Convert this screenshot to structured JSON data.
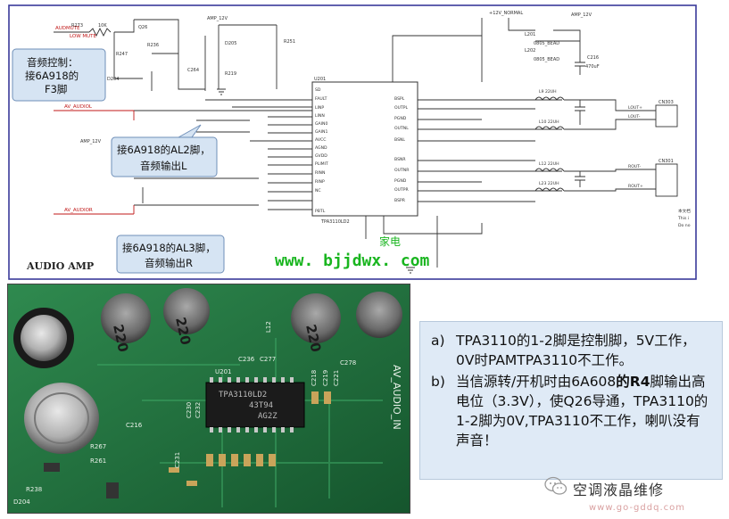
{
  "schematic": {
    "watermark": "www. bjjdwx. com",
    "watermark_small": "家电",
    "bottom_title": "AUDIO AMP",
    "callouts": [
      {
        "id": "c1",
        "text_lines": [
          "音频控制：",
          "接6A918的",
          "F3脚"
        ]
      },
      {
        "id": "c2",
        "text_lines": [
          "接6A918的AL2脚，",
          "音频输出L"
        ]
      },
      {
        "id": "c3",
        "text_lines": [
          "接6A918的AL3脚，",
          "音频输出R"
        ]
      }
    ],
    "labels": {
      "audmute": "AUDMUTE",
      "low_mute": "LOW MUTE",
      "r273": "R273",
      "10k": "10K",
      "q26": "Q26",
      "r247": "R247",
      "d204": "D204",
      "r236": "R236",
      "d205": "D205",
      "amp12": "AMP_12V",
      "r251": "R251",
      "r219": "R219",
      "c264": "C264",
      "u201": "U201",
      "av_audiol": "AV_AUDIOL",
      "av_audior": "AV_AUDIOR",
      "amp12_left": "AMP_12V",
      "chip": "TPA3110LD2",
      "cn303": "CN303",
      "cn301": "CN301",
      "normal12": "+12V_NORMAL",
      "amp12r": "AMP_12V",
      "l201": "L201",
      "l202": "L202",
      "bead1": "0805_BEAD",
      "bead2": "0805_BEAD",
      "c216": "C216",
      "c216v": "470uF",
      "pins_left": [
        "SD",
        "FAULT",
        "LINP",
        "LINN",
        "GAIN0",
        "GAIN1",
        "AVCC",
        "AGND",
        "GVDD",
        "PLIMIT",
        "RINN",
        "RINP",
        "NC",
        "PBTL"
      ],
      "pins_right": [
        "BSPL",
        "OUTPL",
        "PGND",
        "OUTNL",
        "BSNL",
        "BSNR",
        "OUTNR",
        "PGND",
        "OUTPR",
        "BSPR"
      ],
      "l_labels": [
        "L9 22UH",
        "L10 22UH",
        "L12 22UH",
        "L23 22UH"
      ],
      "out_labels": [
        "LOUT+",
        "LOUT-",
        "ROUT-",
        "ROUT+"
      ],
      "corner_text": [
        "本文档",
        "This i",
        "Do no"
      ]
    }
  },
  "photo": {
    "cap_labels": [
      "220",
      "220",
      "220"
    ],
    "ic_text": [
      "TPA3110LD2",
      "43T94",
      "AG2Z"
    ],
    "silk": [
      "U201",
      "C236",
      "C277",
      "C278",
      "C216",
      "C230",
      "C232",
      "C218",
      "C219",
      "C221",
      "C231",
      "L12",
      "R267",
      "R261",
      "R238",
      "D204",
      "AV_AUDIO_IN"
    ]
  },
  "note": {
    "items": [
      {
        "label": "a)",
        "text": "TPA3110的1-2脚是控制脚，5V工作，0V时PAMTPA3110不工作。"
      },
      {
        "label": "b)",
        "text_before": "当信源转/开机时由6A608",
        "bold": "的R4",
        "text_after": "脚输出高电位（3.3V），使Q26导通，TPA3110的1-2脚为0V,TPA3110不工作，喇叭没有声音！"
      }
    ]
  },
  "footer": {
    "brand": "空调液晶维修",
    "site": "www.go-gddq.com"
  },
  "colors": {
    "callout_bg": "#d6e4f3",
    "callout_border": "#6f8fb8",
    "schematic_border": "#3a3a9a",
    "wire": "#333333",
    "signal": "#c01818",
    "watermark": "#19b51f",
    "pcb": "#1d6b3b",
    "note_bg": "#dfeaf6"
  }
}
